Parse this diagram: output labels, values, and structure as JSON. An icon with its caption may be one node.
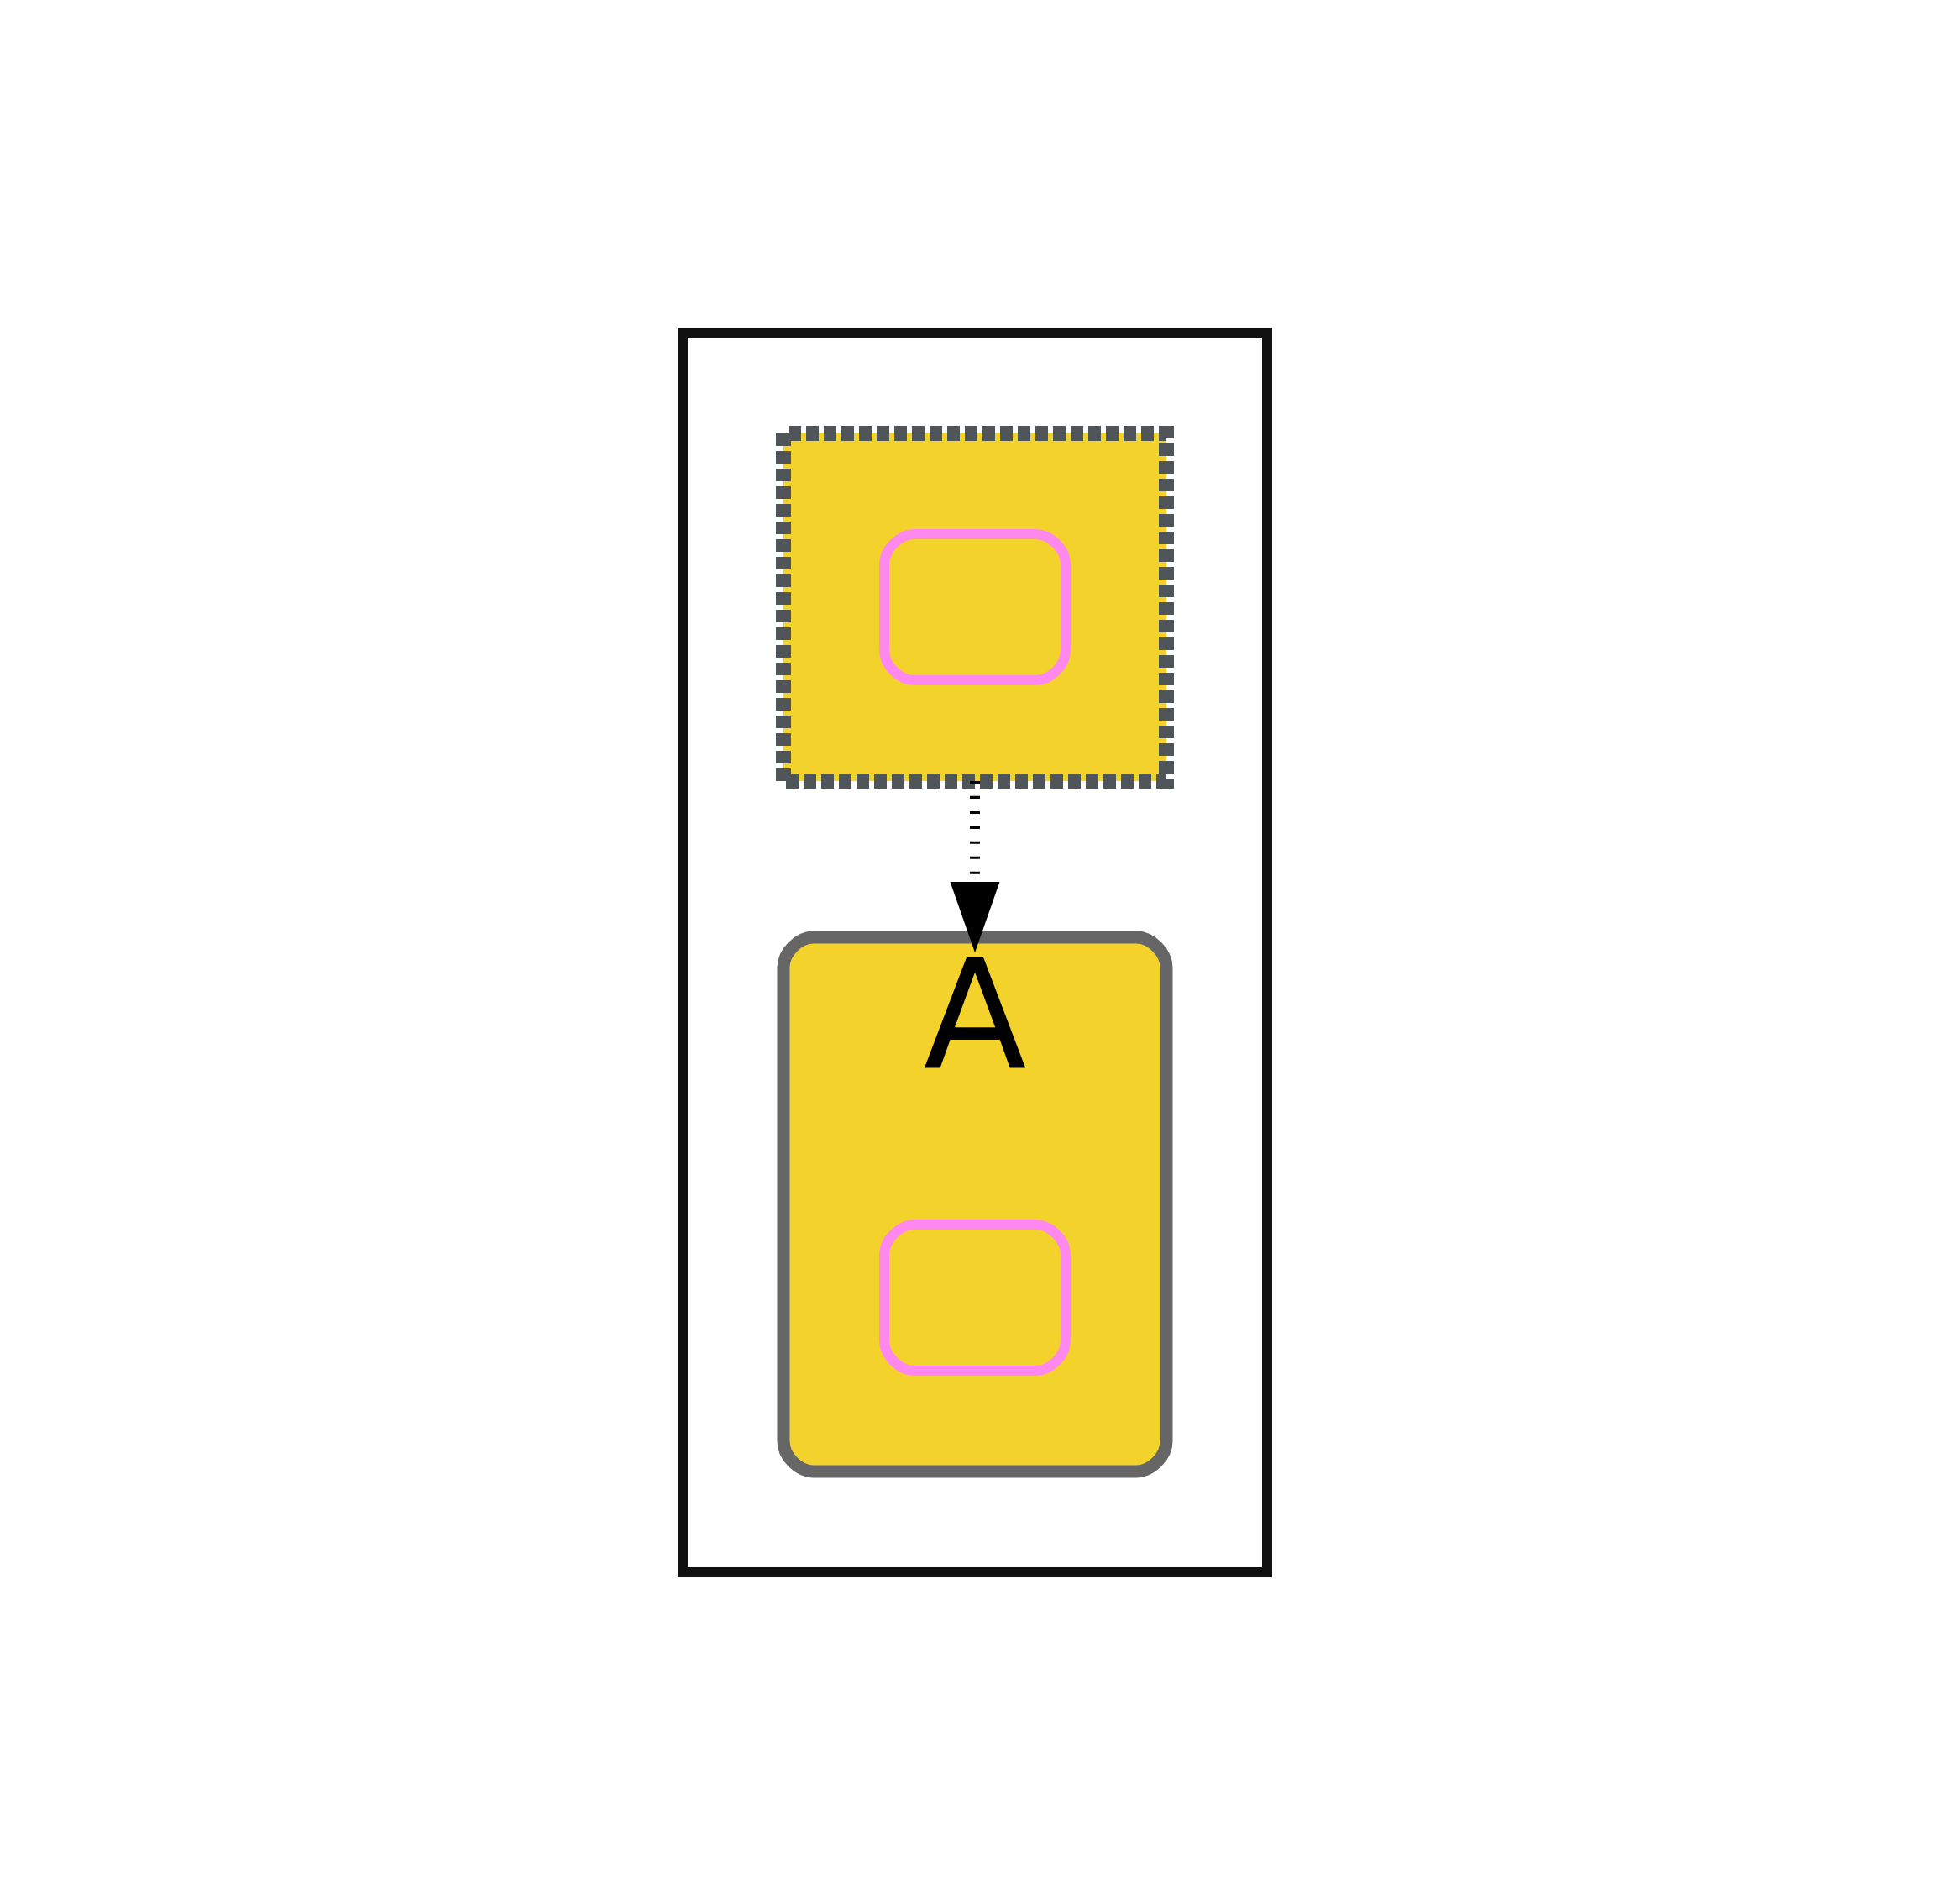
{
  "diagram": {
    "nodes": [
      {
        "text": [],
        "shape": "octagon"
      },
      {
        "text": [],
        "shape": "lens",
        "in": 0
      },
      {
        "text": [],
        "shape": "box",
        "in": 1
      },
      {
        "text": [
          "A"
        ],
        "in": 0
      },
      {
        "text": [],
        "shape": "box",
        "in": 3
      }
    ],
    "edges": [
      {
        "from": 1,
        "to": 3,
        "arrow": "to",
        "style": "dashed"
      }
    ]
  }
}
